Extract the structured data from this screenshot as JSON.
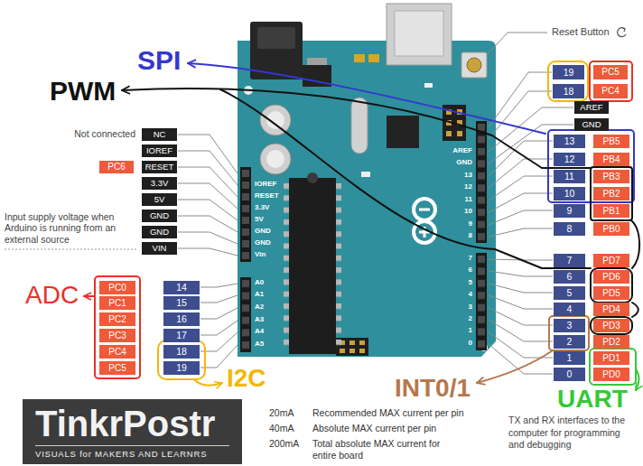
{
  "diagram": {
    "nodes": [
      {
        "text": [
          "NC"
        ]
      },
      {
        "text": [
          "IOREF"
        ]
      },
      {
        "text": [
          "PC6"
        ]
      },
      {
        "text": [
          "RESET"
        ]
      },
      {
        "text": [
          "3.3V"
        ]
      },
      {
        "text": [
          "5V"
        ]
      },
      {
        "text": [
          "GND"
        ]
      },
      {
        "text": [
          "GND"
        ]
      },
      {
        "text": [
          "VIN"
        ]
      },
      {
        "text": [
          "PC0"
        ]
      },
      {
        "text": [
          "14"
        ]
      },
      {
        "text": [
          "PC1"
        ]
      },
      {
        "text": [
          "15"
        ]
      },
      {
        "text": [
          "PC2"
        ]
      },
      {
        "text": [
          "16"
        ]
      },
      {
        "text": [
          "PC3"
        ]
      },
      {
        "text": [
          "17"
        ]
      },
      {
        "text": [
          "PC4"
        ]
      },
      {
        "text": [
          "18"
        ]
      },
      {
        "text": [
          "PC5"
        ]
      },
      {
        "text": [
          "19"
        ]
      },
      {
        "text": [
          "19"
        ]
      },
      {
        "text": [
          "PC5"
        ]
      },
      {
        "text": [
          "18"
        ]
      },
      {
        "text": [
          "PC4"
        ]
      },
      {
        "text": [
          "AREF"
        ]
      },
      {
        "text": [
          "GND"
        ]
      },
      {
        "text": [
          "13"
        ]
      },
      {
        "text": [
          "PB5"
        ]
      },
      {
        "text": [
          "12"
        ]
      },
      {
        "text": [
          "PB4"
        ]
      },
      {
        "text": [
          "11"
        ]
      },
      {
        "text": [
          "PB3"
        ]
      },
      {
        "text": [
          "10"
        ]
      },
      {
        "text": [
          "PB2"
        ]
      },
      {
        "text": [
          "9"
        ]
      },
      {
        "text": [
          "PB1"
        ]
      },
      {
        "text": [
          "8"
        ]
      },
      {
        "text": [
          "PB0"
        ]
      },
      {
        "text": [
          "7"
        ]
      },
      {
        "text": [
          "PD7"
        ]
      },
      {
        "text": [
          "6"
        ]
      },
      {
        "text": [
          "PD6"
        ]
      },
      {
        "text": [
          "5"
        ]
      },
      {
        "text": [
          "PD5"
        ]
      },
      {
        "text": [
          "4"
        ]
      },
      {
        "text": [
          "PD4"
        ]
      },
      {
        "text": [
          "3"
        ]
      },
      {
        "text": [
          "PD3"
        ]
      },
      {
        "text": [
          "2"
        ]
      },
      {
        "text": [
          "PD2"
        ]
      },
      {
        "text": [
          "1"
        ]
      },
      {
        "text": [
          "PD1"
        ]
      },
      {
        "text": [
          "0"
        ]
      },
      {
        "text": [
          "PD0"
        ]
      },
      {
        "text": [
          "TinkrPostr",
          "VISUALS for MAKERS AND LEARNRS"
        ]
      }
    ],
    "labels": [
      "SPI",
      "PWM",
      "Reset Button",
      "Not connected",
      "Input supply voltage when Arduino is running from an external source",
      "IOREF",
      "RESET",
      "3.3V",
      "5V",
      "GND",
      "GND",
      "Vin",
      "AREF",
      "GND",
      "13",
      "12",
      "11",
      "10",
      "9",
      "8",
      "7",
      "6",
      "5",
      "4",
      "3",
      "2",
      "1",
      "0",
      "A0",
      "A1",
      "A2",
      "A3",
      "A4",
      "A5",
      "ADC",
      "I2C",
      "INT0/1",
      "UART",
      "20mA",
      "Recommended MAX current per pin",
      "40mA",
      "Absolute MAX current per pin",
      "200mA",
      "Total absolute MAX current for entire board",
      "TX and RX interfaces to the computer for programming and debugging"
    ]
  }
}
